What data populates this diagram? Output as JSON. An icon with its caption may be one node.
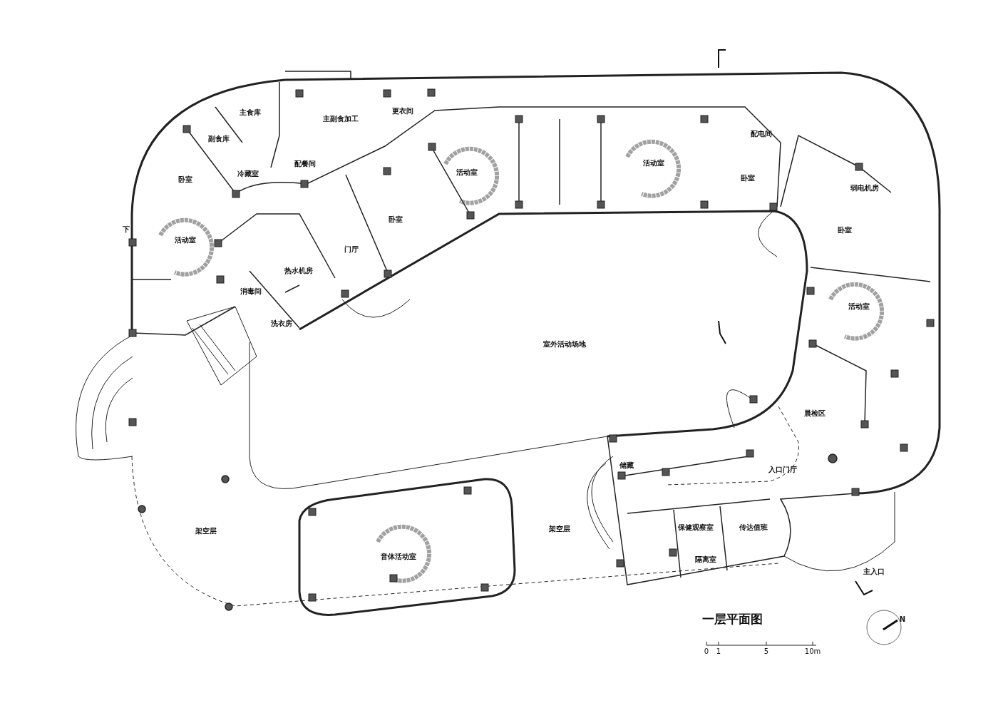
{
  "diagram": {
    "title": "一层平面图",
    "labels": [
      "主食库",
      "主副食加工",
      "更衣间",
      "副食库",
      "配电间",
      "卧室",
      "冷藏室",
      "配餐间",
      "活动室",
      "活动室",
      "卧室",
      "弱电机房",
      "下",
      "卧室",
      "卧室",
      "活动室",
      "门厅",
      "热水机房",
      "消毒间",
      "活动室",
      "洗衣房",
      "室外活动场地",
      "晨检区",
      "储藏",
      "入口门厅",
      "架空层",
      "架空层",
      "保健观察室",
      "传达值班",
      "音体活动室",
      "隔离室",
      "主入口",
      "N",
      "0",
      "1",
      "5",
      "10m"
    ]
  }
}
